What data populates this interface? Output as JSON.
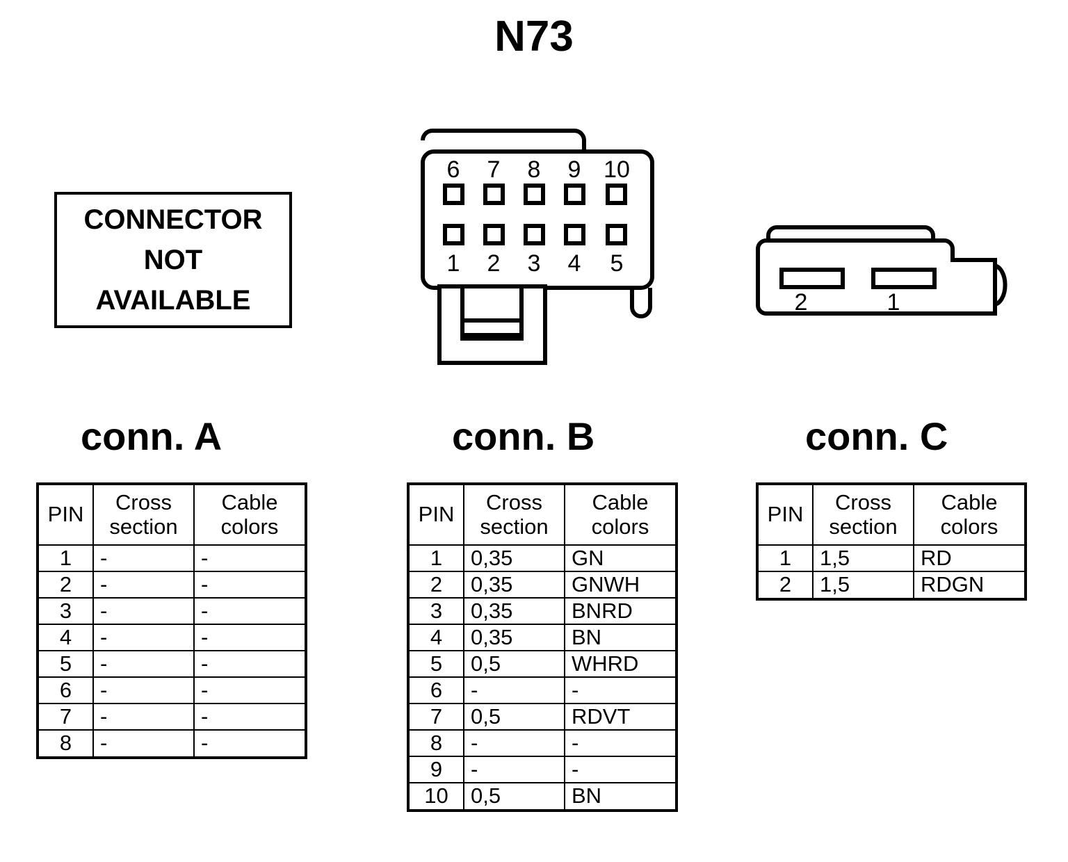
{
  "page": {
    "title": "N73"
  },
  "connector_a": {
    "figure": {
      "unavailable_lines": [
        "CONNECTOR",
        "NOT",
        "AVAILABLE"
      ]
    },
    "heading": "conn. A",
    "table": {
      "headers": {
        "pin": "PIN",
        "cross_section_line1": "Cross",
        "cross_section_line2": "section",
        "cable_colors_line1": "Cable",
        "cable_colors_line2": "colors"
      },
      "rows": [
        {
          "pin": "1",
          "cross_section": "-",
          "cable_colors": "-"
        },
        {
          "pin": "2",
          "cross_section": "-",
          "cable_colors": "-"
        },
        {
          "pin": "3",
          "cross_section": "-",
          "cable_colors": "-"
        },
        {
          "pin": "4",
          "cross_section": "-",
          "cable_colors": "-"
        },
        {
          "pin": "5",
          "cross_section": "-",
          "cable_colors": "-"
        },
        {
          "pin": "6",
          "cross_section": "-",
          "cable_colors": "-"
        },
        {
          "pin": "7",
          "cross_section": "-",
          "cable_colors": "-"
        },
        {
          "pin": "8",
          "cross_section": "-",
          "cable_colors": "-"
        }
      ]
    }
  },
  "connector_b": {
    "figure": {
      "top_row_labels": [
        "6",
        "7",
        "8",
        "9",
        "10"
      ],
      "bottom_row_labels": [
        "1",
        "2",
        "3",
        "4",
        "5"
      ],
      "cavity_count": 10
    },
    "heading": "conn. B",
    "table": {
      "headers": {
        "pin": "PIN",
        "cross_section_line1": "Cross",
        "cross_section_line2": "section",
        "cable_colors_line1": "Cable",
        "cable_colors_line2": "colors"
      },
      "rows": [
        {
          "pin": "1",
          "cross_section": "0,35",
          "cable_colors": "GN"
        },
        {
          "pin": "2",
          "cross_section": "0,35",
          "cable_colors": "GNWH"
        },
        {
          "pin": "3",
          "cross_section": "0,35",
          "cable_colors": "BNRD"
        },
        {
          "pin": "4",
          "cross_section": "0,35",
          "cable_colors": "BN"
        },
        {
          "pin": "5",
          "cross_section": "0,5",
          "cable_colors": "WHRD"
        },
        {
          "pin": "6",
          "cross_section": "-",
          "cable_colors": "-"
        },
        {
          "pin": "7",
          "cross_section": "0,5",
          "cable_colors": "RDVT"
        },
        {
          "pin": "8",
          "cross_section": "-",
          "cable_colors": "-"
        },
        {
          "pin": "9",
          "cross_section": "-",
          "cable_colors": "-"
        },
        {
          "pin": "10",
          "cross_section": "0,5",
          "cable_colors": "BN"
        }
      ]
    }
  },
  "connector_c": {
    "figure": {
      "slot_labels": [
        "2",
        "1"
      ],
      "cavity_count": 2
    },
    "heading": "conn. C",
    "table": {
      "headers": {
        "pin": "PIN",
        "cross_section_line1": "Cross",
        "cross_section_line2": "section",
        "cable_colors_line1": "Cable",
        "cable_colors_line2": "colors"
      },
      "rows": [
        {
          "pin": "1",
          "cross_section": "1,5",
          "cable_colors": "RD"
        },
        {
          "pin": "2",
          "cross_section": "1,5",
          "cable_colors": "RDGN"
        }
      ]
    }
  },
  "colors": {
    "ink": "#000000",
    "paper": "#ffffff"
  }
}
